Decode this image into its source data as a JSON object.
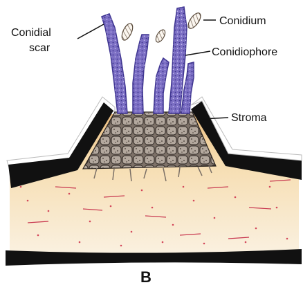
{
  "labels": {
    "conidial_scar_line1": "Conidial",
    "conidial_scar_line2": "scar",
    "conidium": "Conidium",
    "conidiophore": "Conidiophore",
    "stroma": "Stroma",
    "panel": "B"
  },
  "colors": {
    "conidiophore_fill": "#7c6fc4",
    "conidiophore_dark": "#3f3591",
    "stroma_fill": "#8a7f76",
    "host_tissue_top": "#f1c98c",
    "host_tissue_bottom": "#f9efdc",
    "epidermis": "#111111"
  },
  "icons": [
    "conidium-spore"
  ]
}
